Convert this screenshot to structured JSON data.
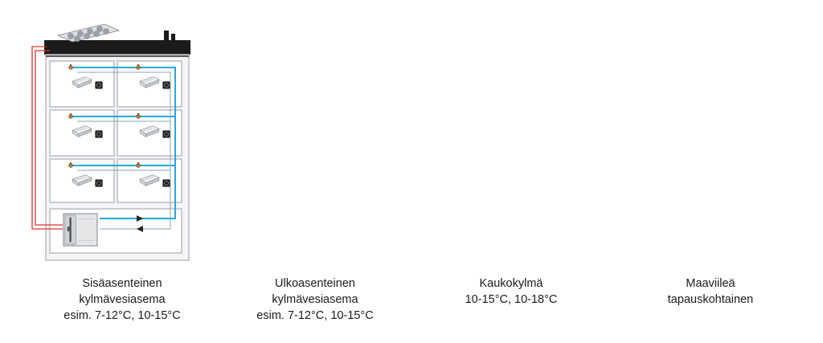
{
  "buildings": [
    {
      "id": "indoor-chiller",
      "caption": [
        "Sisäasenteinen",
        "kylmävesiasema",
        "esim. 7-12°C, 10-15°C"
      ]
    },
    {
      "id": "outdoor-chiller",
      "caption": [
        "Ulkoasenteinen",
        "kylmävesiasema",
        "esim. 7-12°C, 10-15°C"
      ]
    },
    {
      "id": "district-cooling",
      "caption": [
        "Kaukokylmä",
        "10-15°C, 10-18°C"
      ]
    },
    {
      "id": "ground-cooling",
      "caption": [
        "Maaviileä",
        "tapauskohtainen"
      ]
    }
  ],
  "colors": {
    "pipe_supply": "#2aa7df",
    "pipe_return": "#8fa0b4",
    "pipe_heat": "#d9342b",
    "roof": "#1b1b1b",
    "wall": "#b9bdc2",
    "room_fill": "#ffffff"
  }
}
